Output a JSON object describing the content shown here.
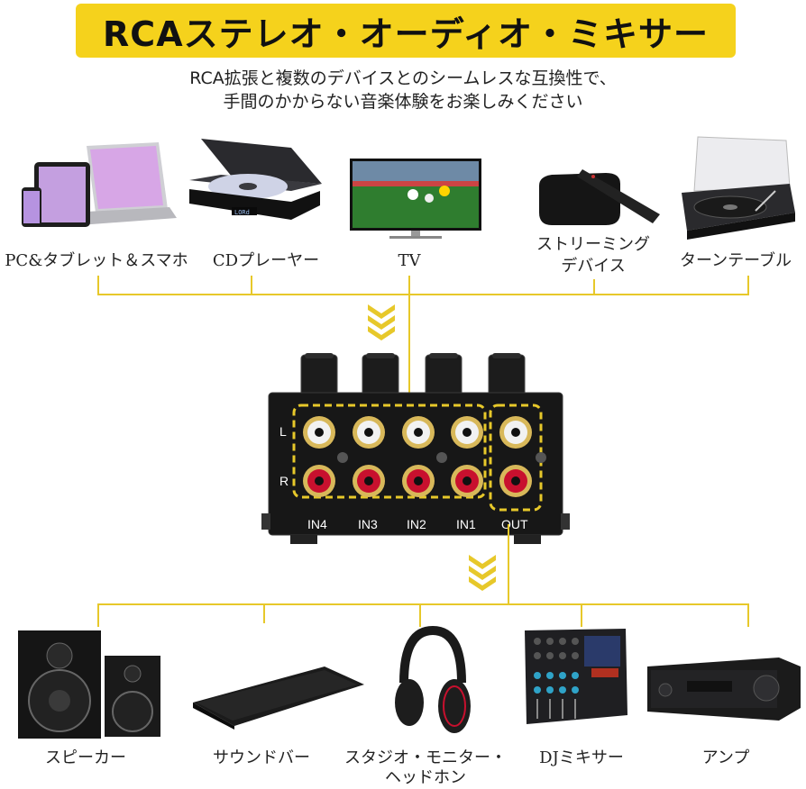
{
  "title": "RCAステレオ・オーディオ・ミキサー",
  "subtitle": {
    "line1": "RCA拡張と複数のデバイスとのシームレスな互換性で、",
    "line2": "手間のかからない音楽体験をお楽しみください"
  },
  "inputs": [
    {
      "label": "PC&タブレット＆スマホ"
    },
    {
      "label": "CDプレーヤー"
    },
    {
      "label": "TV"
    },
    {
      "label": "ストリーミング\nデバイス",
      "line1": "ストリーミング",
      "line2": "デバイス"
    },
    {
      "label": "ターンテーブル"
    }
  ],
  "outputs": [
    {
      "label": "スピーカー"
    },
    {
      "label": "サウンドバー"
    },
    {
      "label": "スタジオ・モニター・\nヘッドホン",
      "line1": "スタジオ・モニター・",
      "line2": "ヘッドホン"
    },
    {
      "label": "DJミキサー"
    },
    {
      "label": "アンプ"
    }
  ],
  "device": {
    "channel_left": "L",
    "channel_right": "R",
    "ports": [
      "IN4",
      "IN3",
      "IN2",
      "IN1",
      "OUT"
    ],
    "cd_display": "LORd"
  },
  "colors": {
    "accent": "#f5d21c",
    "line": "#e7c82a",
    "panel": "#1a1a1a",
    "jack_white": "#f2f2f2",
    "jack_red": "#c8102e"
  }
}
